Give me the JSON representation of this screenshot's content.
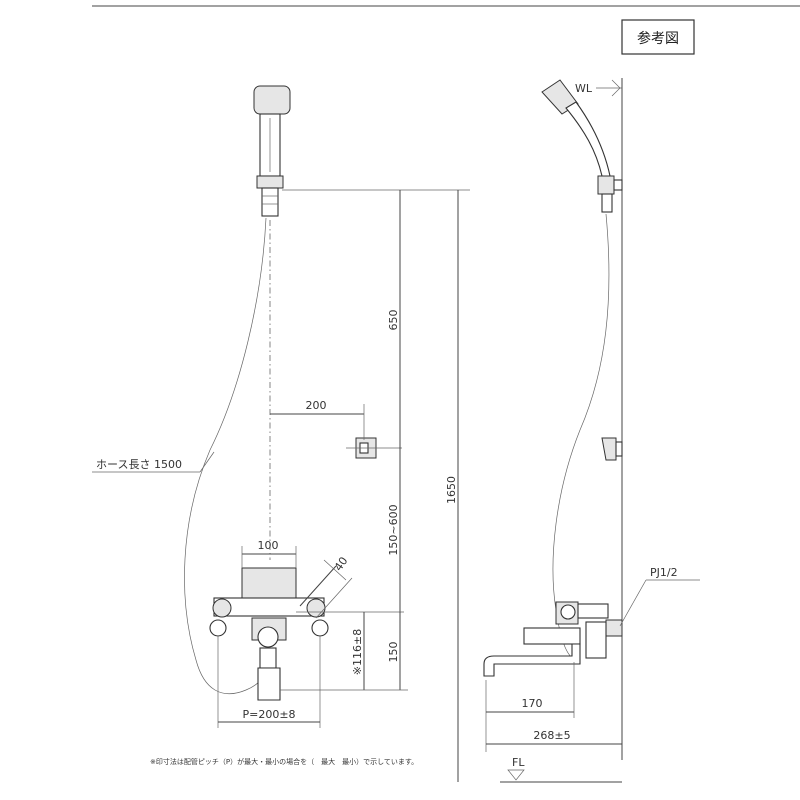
{
  "reference_label": "参考図",
  "dimensions": {
    "d650": "650",
    "d200": "200",
    "d1650": "1650",
    "d150_600": "150~600",
    "d100": "100",
    "d40": "40",
    "d150": "150",
    "d116": "※116±8",
    "p200": "P=200±8",
    "d170": "170",
    "d268": "268±5"
  },
  "labels": {
    "hose_length": "ホース長さ 1500",
    "wl": "WL",
    "fl": "FL",
    "pj": "PJ1/2"
  },
  "note": {
    "text": "※印寸法は配管ピッチ（P）が最大・最小の場合を（　最大　最小）で示しています。"
  },
  "colors": {
    "line": "#444444",
    "text": "#333333",
    "part_fill": "#e6e6e6"
  }
}
